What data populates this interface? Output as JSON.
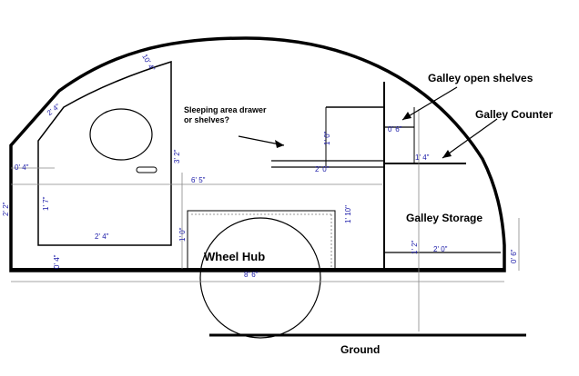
{
  "labels": {
    "galley_open_shelves": "Galley open shelves",
    "galley_counter": "Galley Counter",
    "galley_storage": "Galley Storage",
    "wheel_hub": "Wheel Hub",
    "ground": "Ground",
    "sleeping_line1": "Sleeping area drawer",
    "sleeping_line2": "or shelves?"
  },
  "dimensions": {
    "top_door": "10' 4\"",
    "door_slant": "2' 4\"",
    "left_height": "2' 2\"",
    "left_top_width": "0' 4\"",
    "left_inner_height": "1' 7\"",
    "bottom_left": "0' 4\"",
    "cabin_width": "2' 4\"",
    "door_height": "3' 2\"",
    "interior_span": "6' 5\"",
    "wheel_clear": "1' 0\"",
    "overall_length": "8' 6\"",
    "shelf_height": "1' 0\"",
    "shelf_width": "2' 0\"",
    "right_drop": "1' 10\"",
    "open_shelf": "0' 6\"",
    "counter": "1' 4\"",
    "galley_height": "1' 2\"",
    "galley_width": "2' 0\"",
    "rear_height": "0' 6\""
  },
  "colors": {
    "line": "#000000",
    "dimension": "#1a1aa8",
    "guide": "#7a7a7a"
  }
}
